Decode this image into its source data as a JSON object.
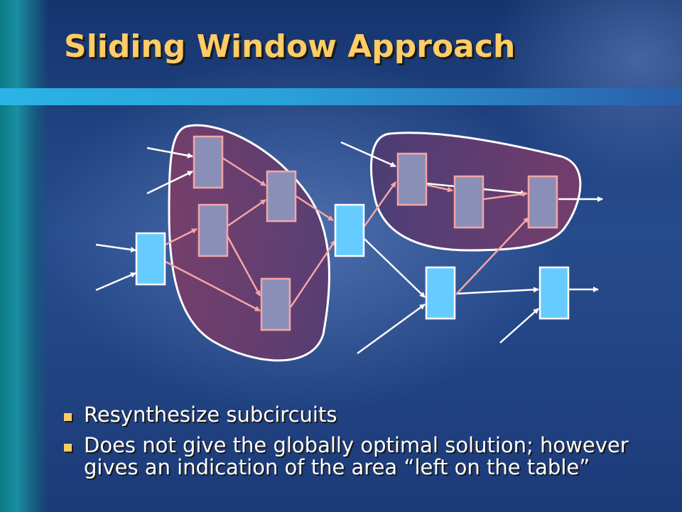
{
  "slide": {
    "title": "Sliding Window Approach",
    "bullets": [
      "Resynthesize subcircuits",
      "Does not give the globally optimal solution; however gives an indication of the area “left on the table”"
    ]
  },
  "colors": {
    "title": "#ffcc66",
    "bullet_marker": "#ffcc66",
    "gate_in_window": "#8a8fb8",
    "gate_in_window_border": "#f4a6a6",
    "gate_outside": "#66ccff",
    "window_fill": "#7a3d6a",
    "window_border": "#ffffff",
    "wire_in_window": "#f4a6a6",
    "wire_outside": "#ffffff"
  },
  "diagram": {
    "windows": [
      {
        "name": "window-left"
      },
      {
        "name": "window-right"
      }
    ],
    "gates": [
      {
        "name": "gate-a",
        "in_window": true
      },
      {
        "name": "gate-b",
        "in_window": true
      },
      {
        "name": "gate-c",
        "in_window": true
      },
      {
        "name": "gate-d",
        "in_window": true
      },
      {
        "name": "gate-e",
        "in_window": true
      },
      {
        "name": "gate-f",
        "in_window": true
      },
      {
        "name": "gate-g",
        "in_window": true
      },
      {
        "name": "gate-input",
        "in_window": false
      },
      {
        "name": "gate-middle",
        "in_window": false
      },
      {
        "name": "gate-lower",
        "in_window": false
      },
      {
        "name": "gate-output",
        "in_window": false
      }
    ]
  }
}
